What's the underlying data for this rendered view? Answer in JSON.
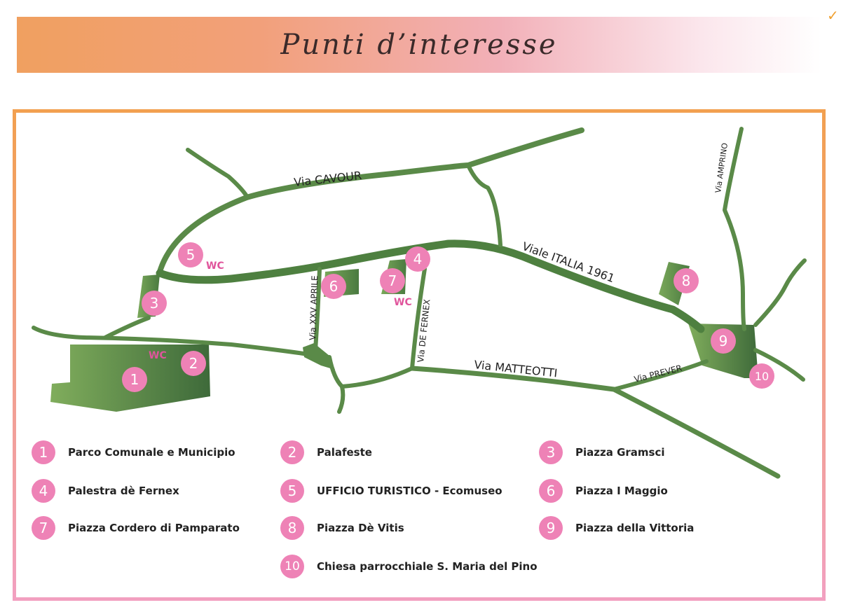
{
  "title": "Punti d’interesse",
  "corner_mark": "✓",
  "colors": {
    "road": "#5a8a48",
    "road_dark": "#4a7a3e",
    "area_light": "#7aa85a",
    "area_dark": "#3e6a3a",
    "marker": "#ee82b6",
    "wc_text": "#e0559c",
    "label_text": "#222222"
  },
  "streets": {
    "cavour": "Via CAVOUR",
    "italia": "Viale ITALIA 1961",
    "xxv_aprile": "Via XXV APRILE",
    "de_fernex": "Via DE FERNEX",
    "matteotti": "Via MATTEOTTI",
    "prever": "Via PREVER",
    "amprino": "Via AMPRINO"
  },
  "map_markers": [
    "1",
    "2",
    "3",
    "4",
    "5",
    "6",
    "7",
    "8",
    "9",
    "10"
  ],
  "wc_label": "WC",
  "legend": [
    {
      "number": "1",
      "label": "Parco Comunale e Municipio"
    },
    {
      "number": "2",
      "label": "Palafeste"
    },
    {
      "number": "3",
      "label": "Piazza Gramsci"
    },
    {
      "number": "4",
      "label": "Palestra dè Fernex"
    },
    {
      "number": "5",
      "label": "UFFICIO TURISTICO - Ecomuseo"
    },
    {
      "number": "6",
      "label": "Piazza I Maggio"
    },
    {
      "number": "7",
      "label": "Piazza Cordero di Pamparato"
    },
    {
      "number": "8",
      "label": "Piazza Dè Vitis"
    },
    {
      "number": "9",
      "label": "Piazza della Vittoria"
    },
    {
      "number": "10",
      "label": "Chiesa parrocchiale S. Maria del Pino"
    }
  ]
}
